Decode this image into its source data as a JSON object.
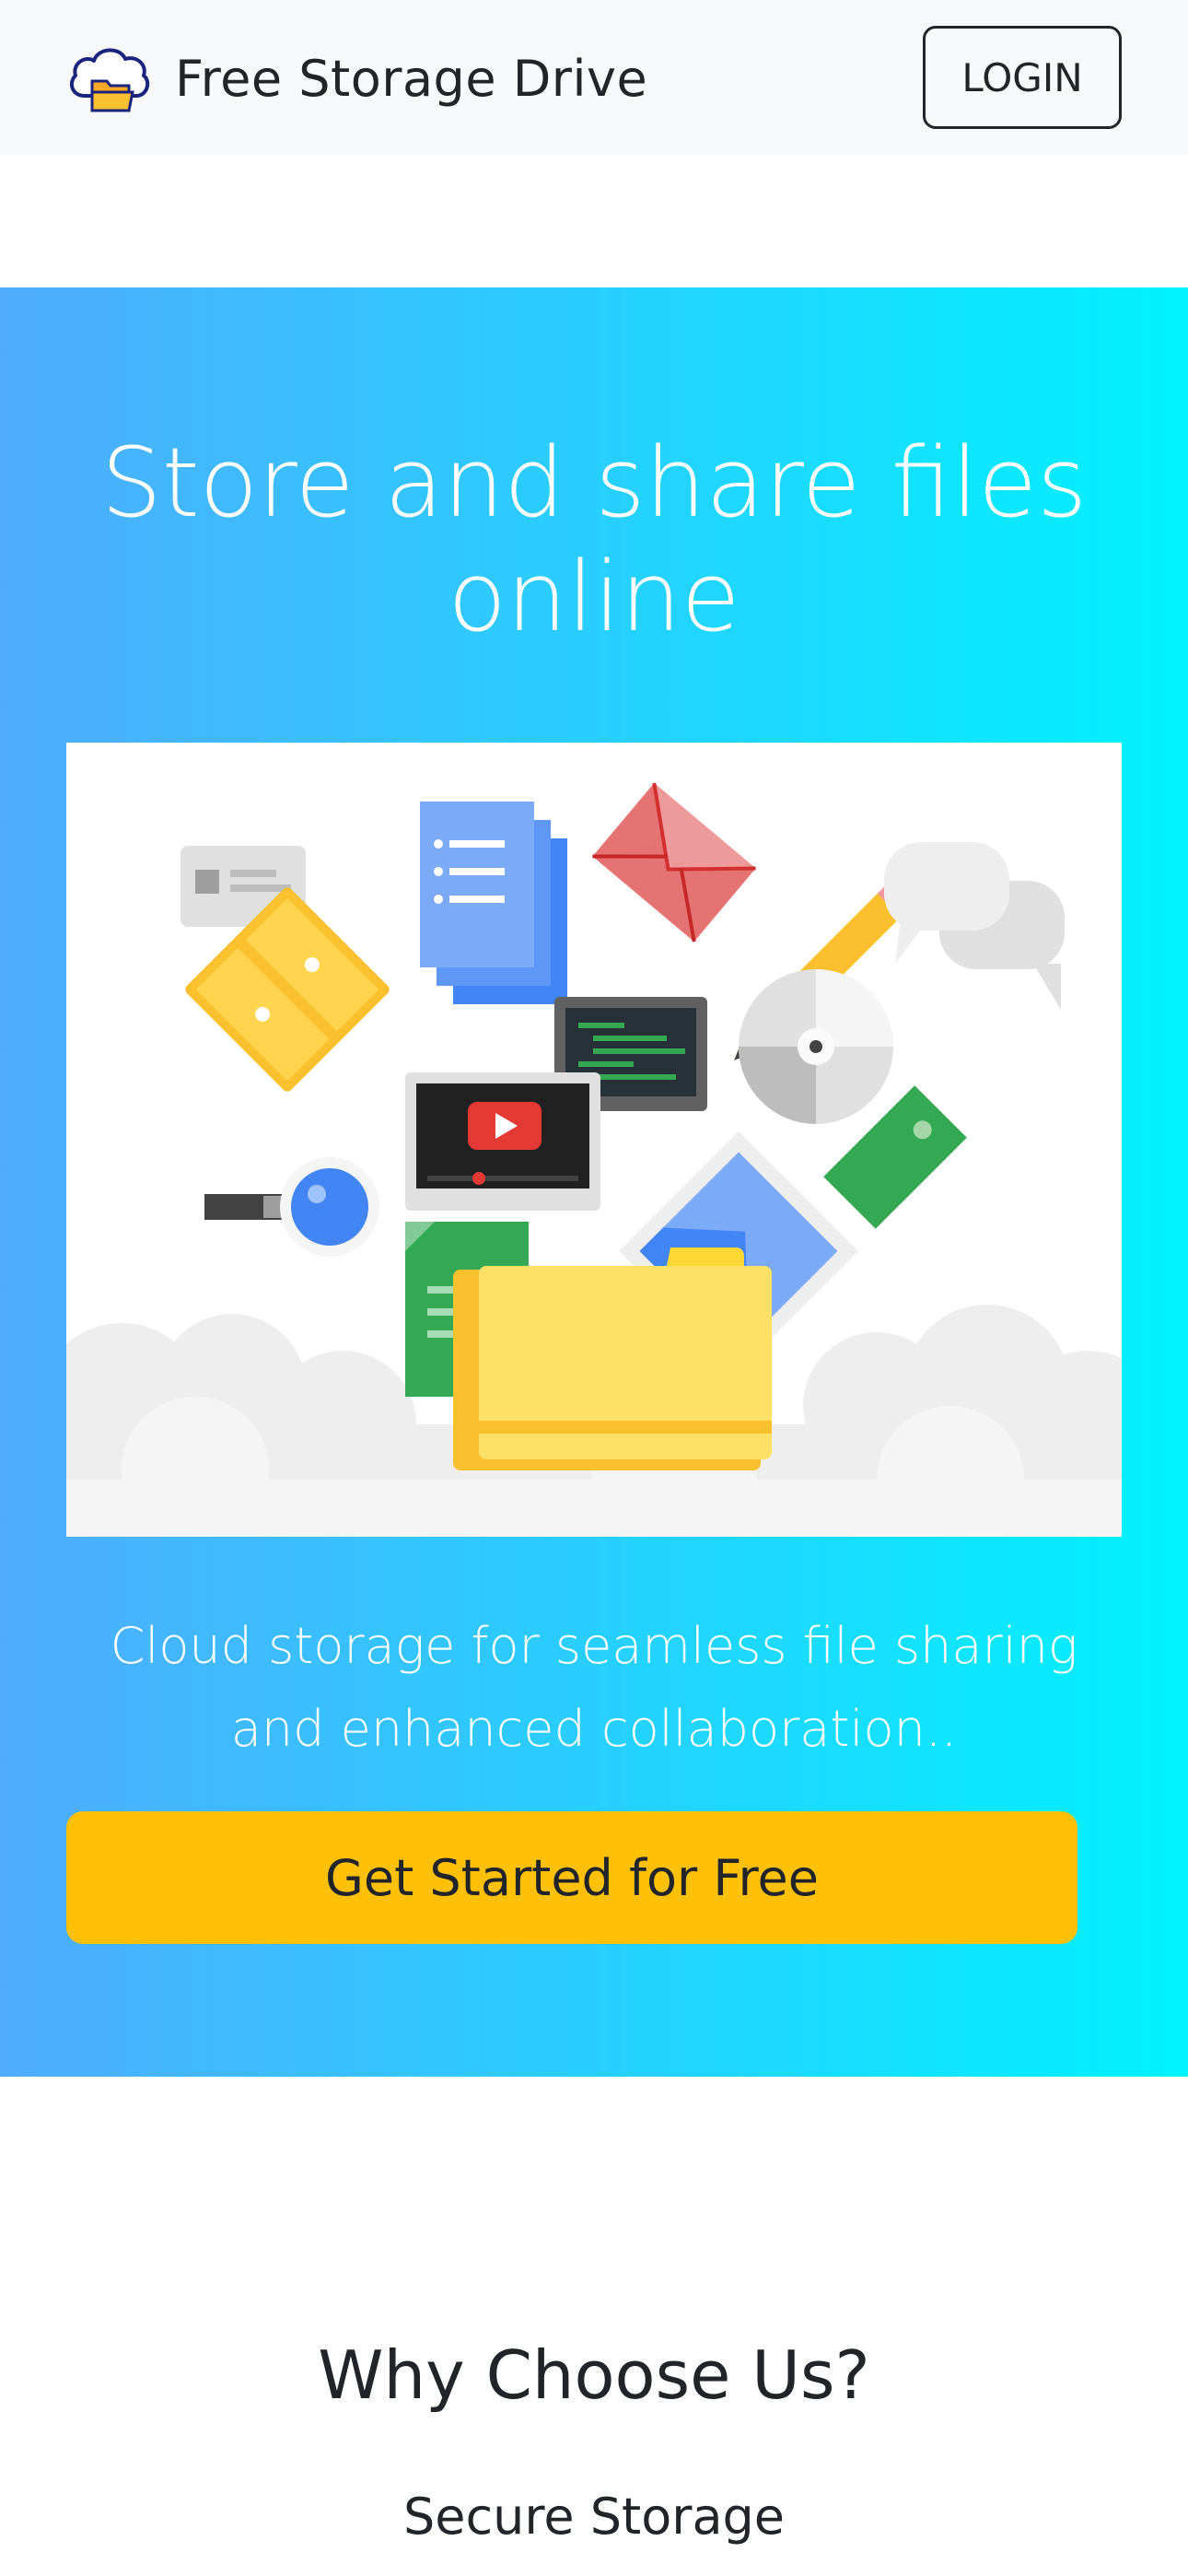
{
  "navbar": {
    "brand_name": "Free Storage Drive",
    "logo_icon": "cloud-folder-icon",
    "login_label": "LOGIN"
  },
  "hero": {
    "title": "Store and share files online",
    "illustration": "cloud-files-illustration",
    "subtitle": "Cloud storage for seamless file sharing and enhanced collaboration..",
    "cta_label": "Get Started for Free",
    "gradient_start": "#4facfe",
    "gradient_end": "#00f2fe",
    "cta_color": "#ffc107"
  },
  "why": {
    "title": "Why Choose Us?",
    "features": [
      {
        "title": "Secure Storage"
      }
    ]
  }
}
